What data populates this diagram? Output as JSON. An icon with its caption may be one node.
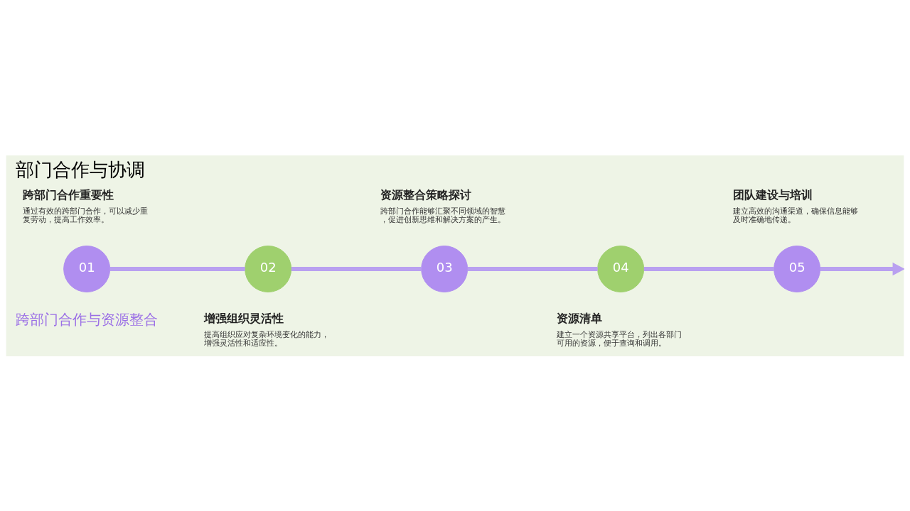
{
  "diagram": {
    "title": "部门合作与协调",
    "nodes": [
      {
        "text": [
          "01"
        ],
        "beside": [
          "跨部门合作重要性",
          "通过有效的跨部门合作，可以减少重复劳动，提高工作效率。"
        ]
      },
      {
        "text": [
          "02"
        ],
        "beside": [
          "增强组织灵活性",
          "提高组织应对复杂环境变化的能力，增强灵活性和适应性。"
        ]
      },
      {
        "text": [
          "03"
        ],
        "beside": [
          "资源整合策略探讨",
          "跨部门合作能够汇聚不同领域的智慧，促进创新思维和解决方案的产生。"
        ]
      },
      {
        "text": [
          "04"
        ],
        "beside": [
          "资源清单",
          "建立一个资源共享平台，列出各部门可用的资源，便于查询和调用。"
        ]
      },
      {
        "text": [
          "05"
        ],
        "beside": [
          "团队建设与培训",
          "建立高效的沟通渠道，确保信息能够及时准确地传递。"
        ]
      }
    ],
    "edges": [
      {
        "from": 0,
        "to": 1,
        "arrow": "none"
      },
      {
        "from": 1,
        "to": 2,
        "arrow": "none"
      },
      {
        "from": 2,
        "to": 3,
        "arrow": "none"
      },
      {
        "from": 3,
        "to": 4,
        "arrow": "none"
      },
      {
        "from": 4,
        "to": null,
        "arrow": "to"
      }
    ],
    "labels": [
      "跨部门合作与资源整合"
    ]
  }
}
